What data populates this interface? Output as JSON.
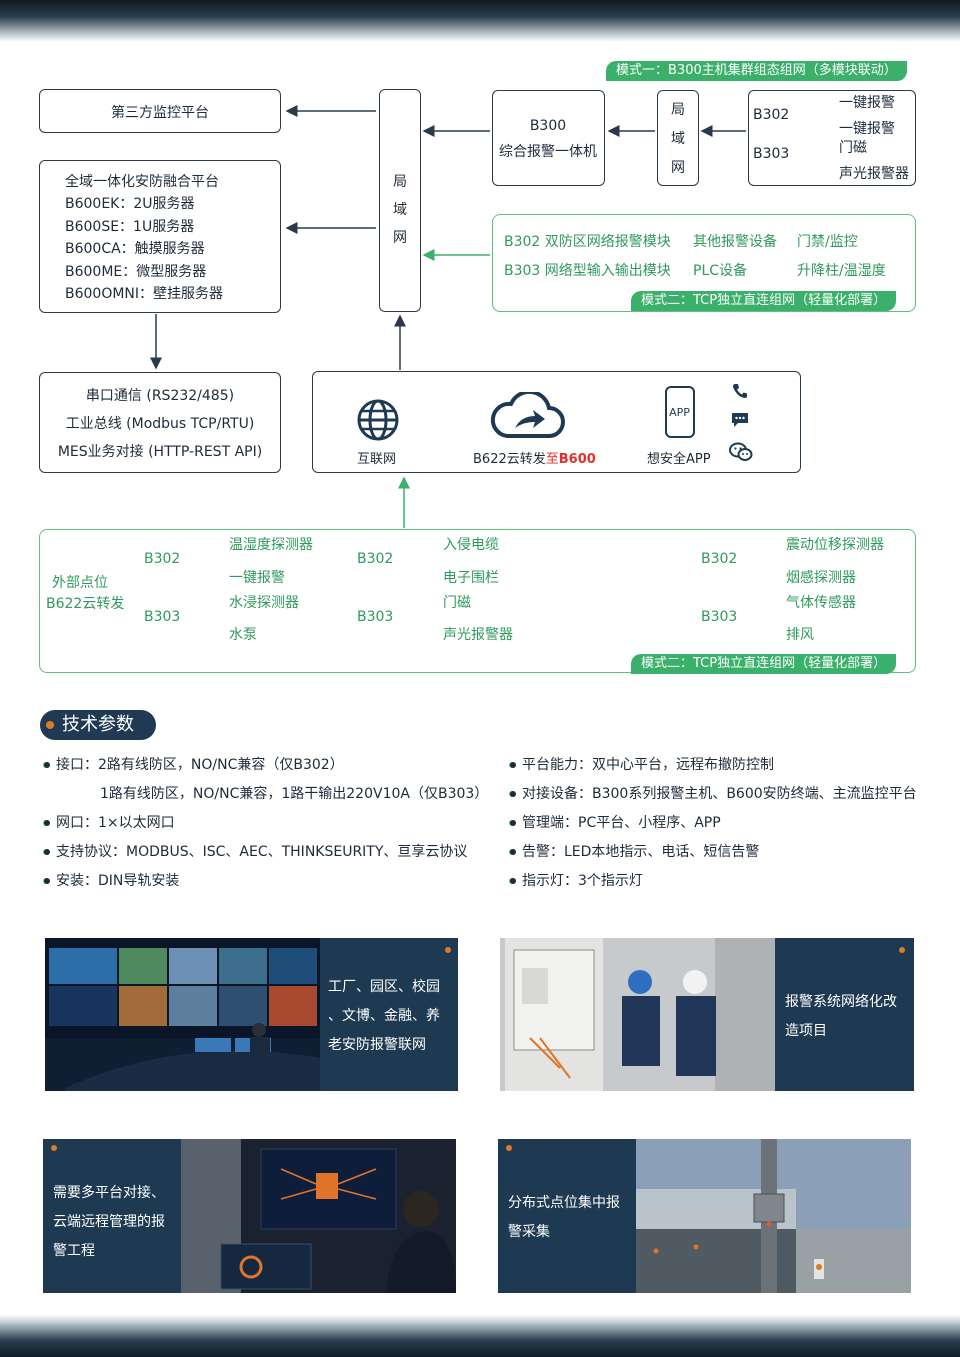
{
  "colors": {
    "navy": "#1d3a52",
    "green": "#3bb06a",
    "accent_orange": "#e07a2a",
    "red_text": "#e0302a"
  },
  "diagram": {
    "third_party": "第三方监控平台",
    "platform": {
      "title": "全域一体化安防融合平台",
      "items": [
        "B600EK：2U服务器",
        "B600SE：1U服务器",
        "B600CA：触摸服务器",
        "B600ME：微型服务器",
        "B600OMNI：壁挂服务器"
      ]
    },
    "lan_main": [
      "局",
      "域",
      "网"
    ],
    "b300": {
      "line1": "B300",
      "line2": "综合报警一体机"
    },
    "lan_small": [
      "局",
      "域",
      "网"
    ],
    "mode1_tag": "模式一：B300主机集群组态组网（多模块联动）",
    "b302_label": "B302",
    "b303_label": "B303",
    "b302_items": [
      "一键报警",
      "一键报警"
    ],
    "b303_items": [
      "门磁",
      "声光报警器"
    ],
    "mode2_box": {
      "col1": [
        "B302 双防区网络报警模块",
        "B303 网络型输入输出模块"
      ],
      "col2": [
        "其他报警设备",
        "PLC设备"
      ],
      "col3": [
        "门禁/监控",
        "升降柱/温湿度"
      ],
      "tag": "模式二：TCP独立直连组网（轻量化部署）"
    },
    "serial": [
      "串口通信 (RS232/485)",
      "工业总线 (Modbus TCP/RTU)",
      "MES业务对接 (HTTP-REST API)"
    ],
    "cloud": {
      "internet": "互联网",
      "b622_prefix": "B622云转发",
      "b622_mid": "至",
      "b622_target": "B600",
      "app_icon": "APP",
      "app_label": "想安全APP"
    },
    "bottom": {
      "left_label": [
        "外部点位",
        "B622云转发"
      ],
      "groups": [
        {
          "b302": "B302",
          "b302_items": [
            "温湿度探测器",
            "一键报警"
          ],
          "b303": "B303",
          "b303_items": [
            "水浸探测器",
            "水泵"
          ]
        },
        {
          "b302": "B302",
          "b302_items": [
            "入侵电缆",
            "电子围栏"
          ],
          "b303": "B303",
          "b303_items": [
            "门磁",
            "声光报警器"
          ]
        },
        {
          "b302": "B302",
          "b302_items": [
            "震动位移探测器",
            "烟感探测器"
          ],
          "b303": "B303",
          "b303_items": [
            "气体传感器",
            "排风"
          ]
        }
      ],
      "tag": "模式二：TCP独立直连组网（轻量化部署）"
    }
  },
  "tech": {
    "title": "技术参数",
    "left": [
      "接口：2路有线防区，NO/NC兼容（仅B302）",
      "1路有线防区，NO/NC兼容，1路干输出220V10A（仅B303）",
      "网口：1×以太网口",
      "支持协议：MODBUS、ISC、AEC、THINKSEURITY、亘享云协议",
      "安装：DIN导轨安装"
    ],
    "right": [
      "平台能力：双中心平台，远程布撤防控制",
      "对接设备：B300系列报警主机、B600安防终端、主流监控平台",
      "管理端：PC平台、小程序、APP",
      "告警：LED本地指示、电话、短信告警",
      "指示灯：3个指示灯"
    ]
  },
  "cases": [
    {
      "lines": [
        "工厂、园区、校园",
        "、文博、金融、养",
        "老安防报警联网"
      ]
    },
    {
      "lines": [
        "报警系统网络化改",
        "造项目"
      ]
    },
    {
      "lines": [
        "需要多平台对接、",
        "云端远程管理的报",
        "警工程"
      ]
    },
    {
      "lines": [
        "分布式点位集中报",
        "警采集"
      ]
    }
  ]
}
